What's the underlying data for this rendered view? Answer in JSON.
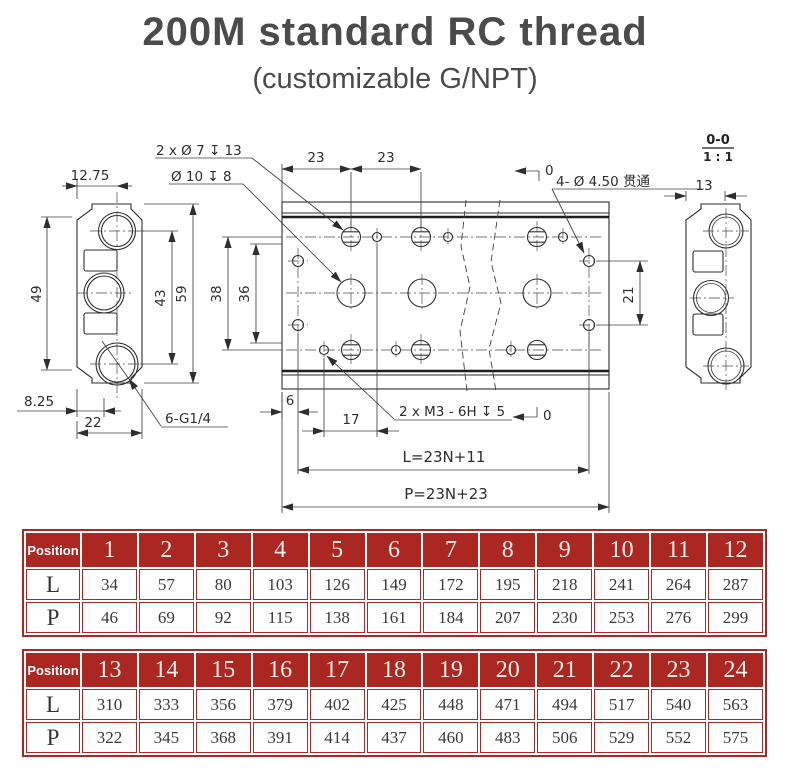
{
  "title": "200M standard RC thread",
  "subtitle": "(customizable G/NPT)",
  "drawing": {
    "left": {
      "dims": {
        "width_top": "12.75",
        "height_outer_left": "49",
        "holes_span": "43",
        "height_right": "59",
        "port_offset": "8.25",
        "depth": "22"
      },
      "port_callout": "6-G1/4"
    },
    "front": {
      "dims": {
        "pitch_a": "23",
        "pitch_b": "23",
        "rows_outer": "38",
        "rows_inner": "36",
        "edge_offset": "6",
        "m3_offset": "17",
        "mount_span": "21"
      },
      "callouts": {
        "counterbore": "2 x Ø 7 ↧ 13",
        "port": "Ø 10 ↧ 8",
        "m3": "2 x M3 - 6H ↧ 5",
        "through_holes": "4- Ø 4.50 贯通"
      },
      "markers": {
        "top": "0",
        "bottom": "0"
      },
      "formulas": {
        "length": "L=23N+11",
        "pitch": "P=23N+23"
      }
    },
    "section": {
      "title": "0-0",
      "scale": "1 : 1",
      "dims": {
        "width": "13"
      }
    }
  },
  "tables": [
    {
      "corner": "Position",
      "positions": [
        "1",
        "2",
        "3",
        "4",
        "5",
        "6",
        "7",
        "8",
        "9",
        "10",
        "11",
        "12"
      ],
      "rows": [
        {
          "label": "L",
          "values": [
            "34",
            "57",
            "80",
            "103",
            "126",
            "149",
            "172",
            "195",
            "218",
            "241",
            "264",
            "287"
          ]
        },
        {
          "label": "P",
          "values": [
            "46",
            "69",
            "92",
            "115",
            "138",
            "161",
            "184",
            "207",
            "230",
            "253",
            "276",
            "299"
          ]
        }
      ]
    },
    {
      "corner": "Position",
      "positions": [
        "13",
        "14",
        "15",
        "16",
        "17",
        "18",
        "19",
        "20",
        "21",
        "22",
        "23",
        "24"
      ],
      "rows": [
        {
          "label": "L",
          "values": [
            "310",
            "333",
            "356",
            "379",
            "402",
            "425",
            "448",
            "471",
            "494",
            "517",
            "540",
            "563"
          ]
        },
        {
          "label": "P",
          "values": [
            "322",
            "345",
            "368",
            "391",
            "414",
            "437",
            "460",
            "483",
            "506",
            "529",
            "552",
            "575"
          ]
        }
      ]
    }
  ]
}
